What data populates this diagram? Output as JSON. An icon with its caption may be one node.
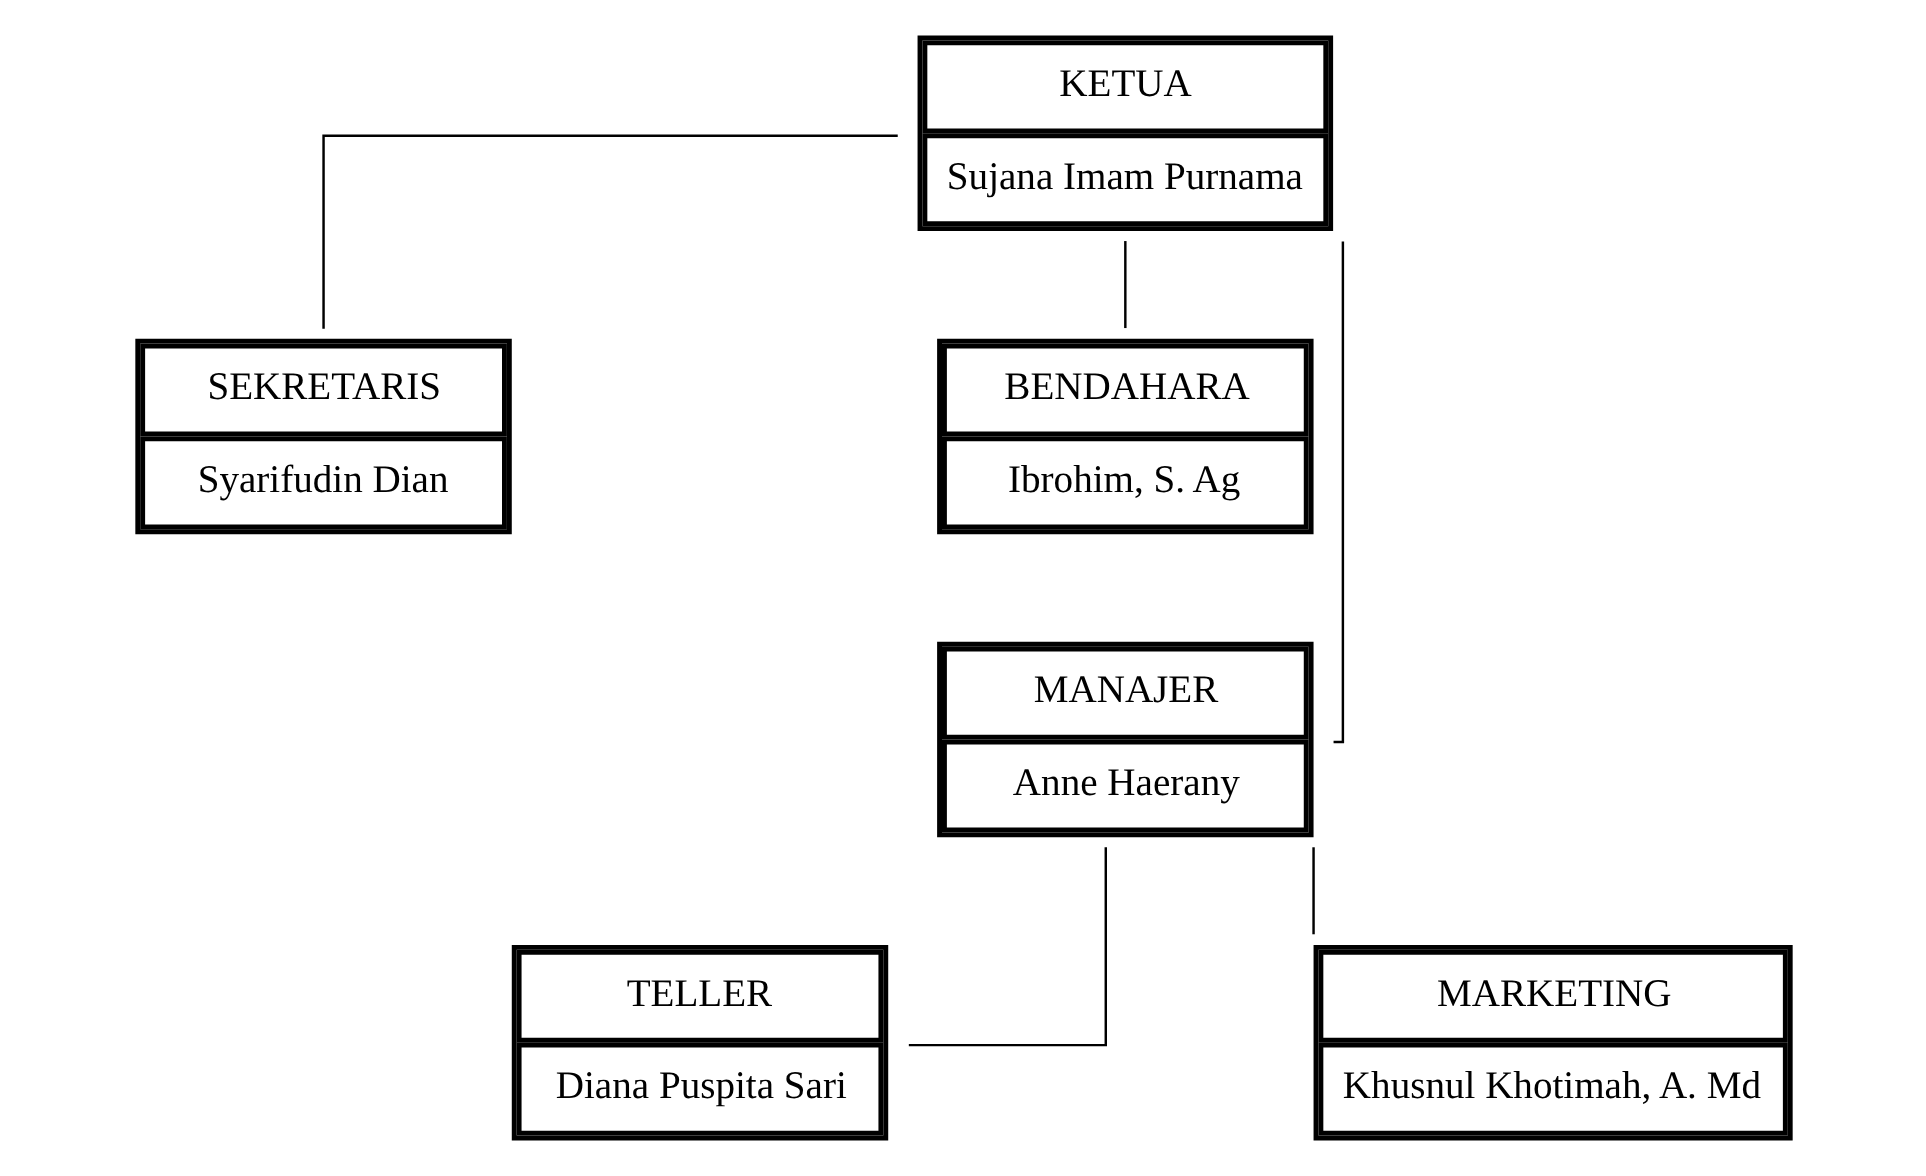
{
  "diagram": {
    "nodes": [
      {
        "text": [
          "KETUA",
          "Sujana Imam Purnama"
        ]
      },
      {
        "text": [
          "SEKRETARIS",
          "Syarifudin Dian"
        ]
      },
      {
        "text": [
          "BENDAHARA",
          "Ibrohim, S. Ag"
        ]
      },
      {
        "text": [
          "MANAJER",
          "Anne Haerany"
        ]
      },
      {
        "text": [
          "TELLER",
          "Diana Puspita Sari"
        ]
      },
      {
        "text": [
          "MARKETING",
          "Khusnul Khotimah, A. Md"
        ]
      }
    ],
    "edges": [
      {
        "from": 0,
        "to": 1,
        "arrow": "none"
      },
      {
        "from": 0,
        "to": 2,
        "arrow": "none"
      },
      {
        "from": 0,
        "to": 3,
        "arrow": "none"
      },
      {
        "from": 3,
        "to": 4,
        "arrow": "none"
      },
      {
        "from": 3,
        "to": 5,
        "arrow": "none"
      }
    ]
  }
}
